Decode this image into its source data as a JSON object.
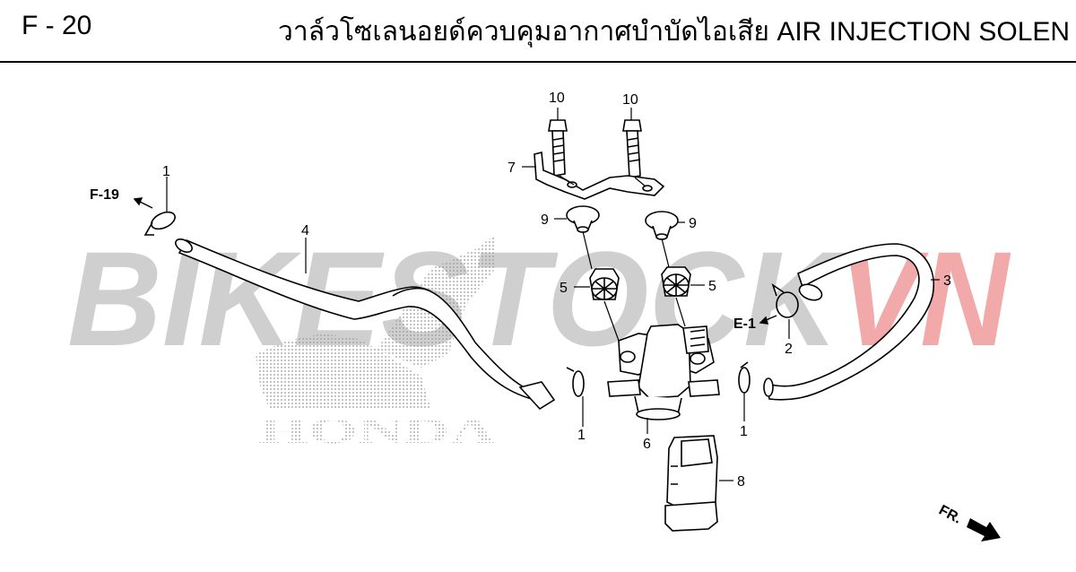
{
  "header": {
    "page_code": "F - 20",
    "title": "วาล์วโซเลนอยด์ควบคุมอากาศบำบัดไอเสีย  AIR INJECTION SOLEN"
  },
  "watermark": {
    "text_gray": "BIKESTOCK",
    "text_red": "VN",
    "logo_text": "HONDA",
    "gray_color": "#cfcfcf",
    "red_color": "#f2a9a9"
  },
  "references": {
    "left": "F-19",
    "right": "E-1",
    "direction": "FR."
  },
  "callouts": {
    "c1_top": "1",
    "c4": "4",
    "c7": "7",
    "c10_left": "10",
    "c10_right": "10",
    "c9_left": "9",
    "c9_right": "9",
    "c5_left": "5",
    "c5_right": "5",
    "c3": "3",
    "c2": "2",
    "c1_left": "1",
    "c1_right": "1",
    "c6": "6",
    "c8": "8"
  }
}
